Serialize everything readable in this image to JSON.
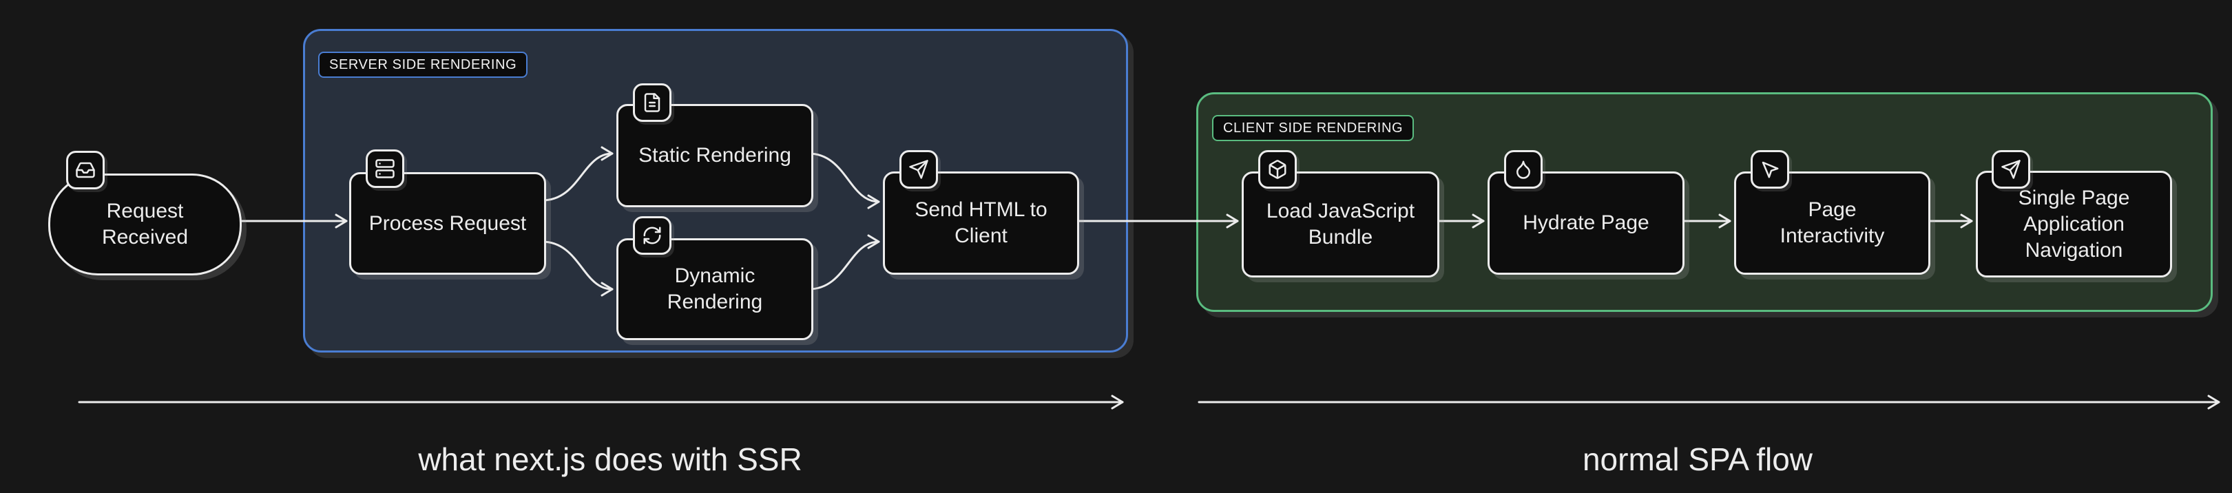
{
  "page": {
    "background": "#171717"
  },
  "diagram": {
    "start_node": {
      "label": "Request\nReceived",
      "icon": "inbox-icon"
    },
    "ssr_group": {
      "label": "SERVER SIDE RENDERING",
      "border_color": "#4a7dd2",
      "background": "#28303d",
      "nodes": [
        {
          "id": "process-request",
          "label": "Process Request",
          "icon": "server-icon"
        },
        {
          "id": "static-rendering",
          "label": "Static Rendering",
          "icon": "file-text-icon"
        },
        {
          "id": "dynamic-rendering",
          "label": "Dynamic\nRendering",
          "icon": "refresh-icon"
        },
        {
          "id": "send-html-to-client",
          "label": "Send HTML to\nClient",
          "icon": "send-icon"
        }
      ]
    },
    "csr_group": {
      "label": "CLIENT SIDE RENDERING",
      "border_color": "#5abc80",
      "background": "#273527",
      "nodes": [
        {
          "id": "load-javascript-bundle",
          "label": "Load JavaScript\nBundle",
          "icon": "package-icon"
        },
        {
          "id": "hydrate-page",
          "label": "Hydrate Page",
          "icon": "droplet-icon"
        },
        {
          "id": "page-interactivity",
          "label": "Page\nInteractivity",
          "icon": "cursor-icon"
        },
        {
          "id": "single-page-application-navigation",
          "label": "Single Page\nApplication\nNavigation",
          "icon": "navigation-icon"
        }
      ]
    },
    "captions": [
      {
        "id": "ssr-caption",
        "label": "what next.js does with SSR"
      },
      {
        "id": "spa-caption",
        "label": "normal SPA flow"
      }
    ],
    "colors": {
      "node_background": "#0d0d0d",
      "node_border": "#ececec",
      "edge": "#ececec",
      "page_background": "#171717"
    }
  }
}
